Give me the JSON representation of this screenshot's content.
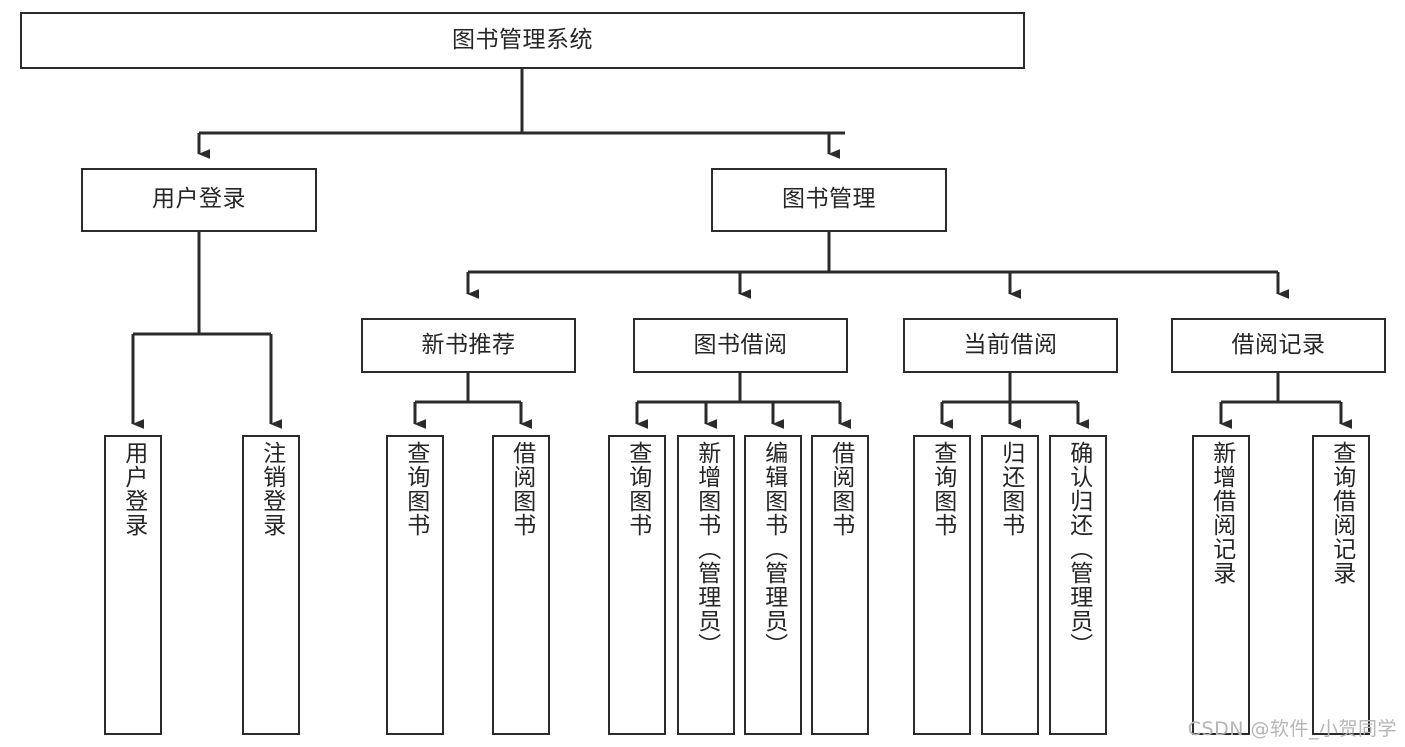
{
  "diagram": {
    "title": "图书管理系统",
    "watermark": "CSDN @软件_小贺同学",
    "colors": {
      "border": "#2b2b2b",
      "text": "#262626",
      "background": "#ffffff",
      "watermark": "#b6b6b6"
    },
    "root": {
      "label": "图书管理系统"
    },
    "level1": [
      {
        "label": "用户登录"
      },
      {
        "label": "图书管理"
      }
    ],
    "level2": [
      {
        "label": "新书推荐"
      },
      {
        "label": "图书借阅"
      },
      {
        "label": "当前借阅"
      },
      {
        "label": "借阅记录"
      }
    ],
    "leaves": {
      "user_login": [
        {
          "label": "用户登录"
        },
        {
          "label": "注销登录"
        }
      ],
      "new_book": [
        {
          "label": "查询图书"
        },
        {
          "label": "借阅图书"
        }
      ],
      "book_borrow": [
        {
          "label": "查询图书"
        },
        {
          "label": "新增图书（管理员）"
        },
        {
          "label": "编辑图书（管理员）"
        },
        {
          "label": "借阅图书"
        }
      ],
      "current_borrow": [
        {
          "label": "查询图书"
        },
        {
          "label": "归还图书"
        },
        {
          "label": "确认归还（管理员）"
        }
      ],
      "borrow_record": [
        {
          "label": "新增借阅记录"
        },
        {
          "label": "查询借阅记录"
        }
      ]
    }
  }
}
